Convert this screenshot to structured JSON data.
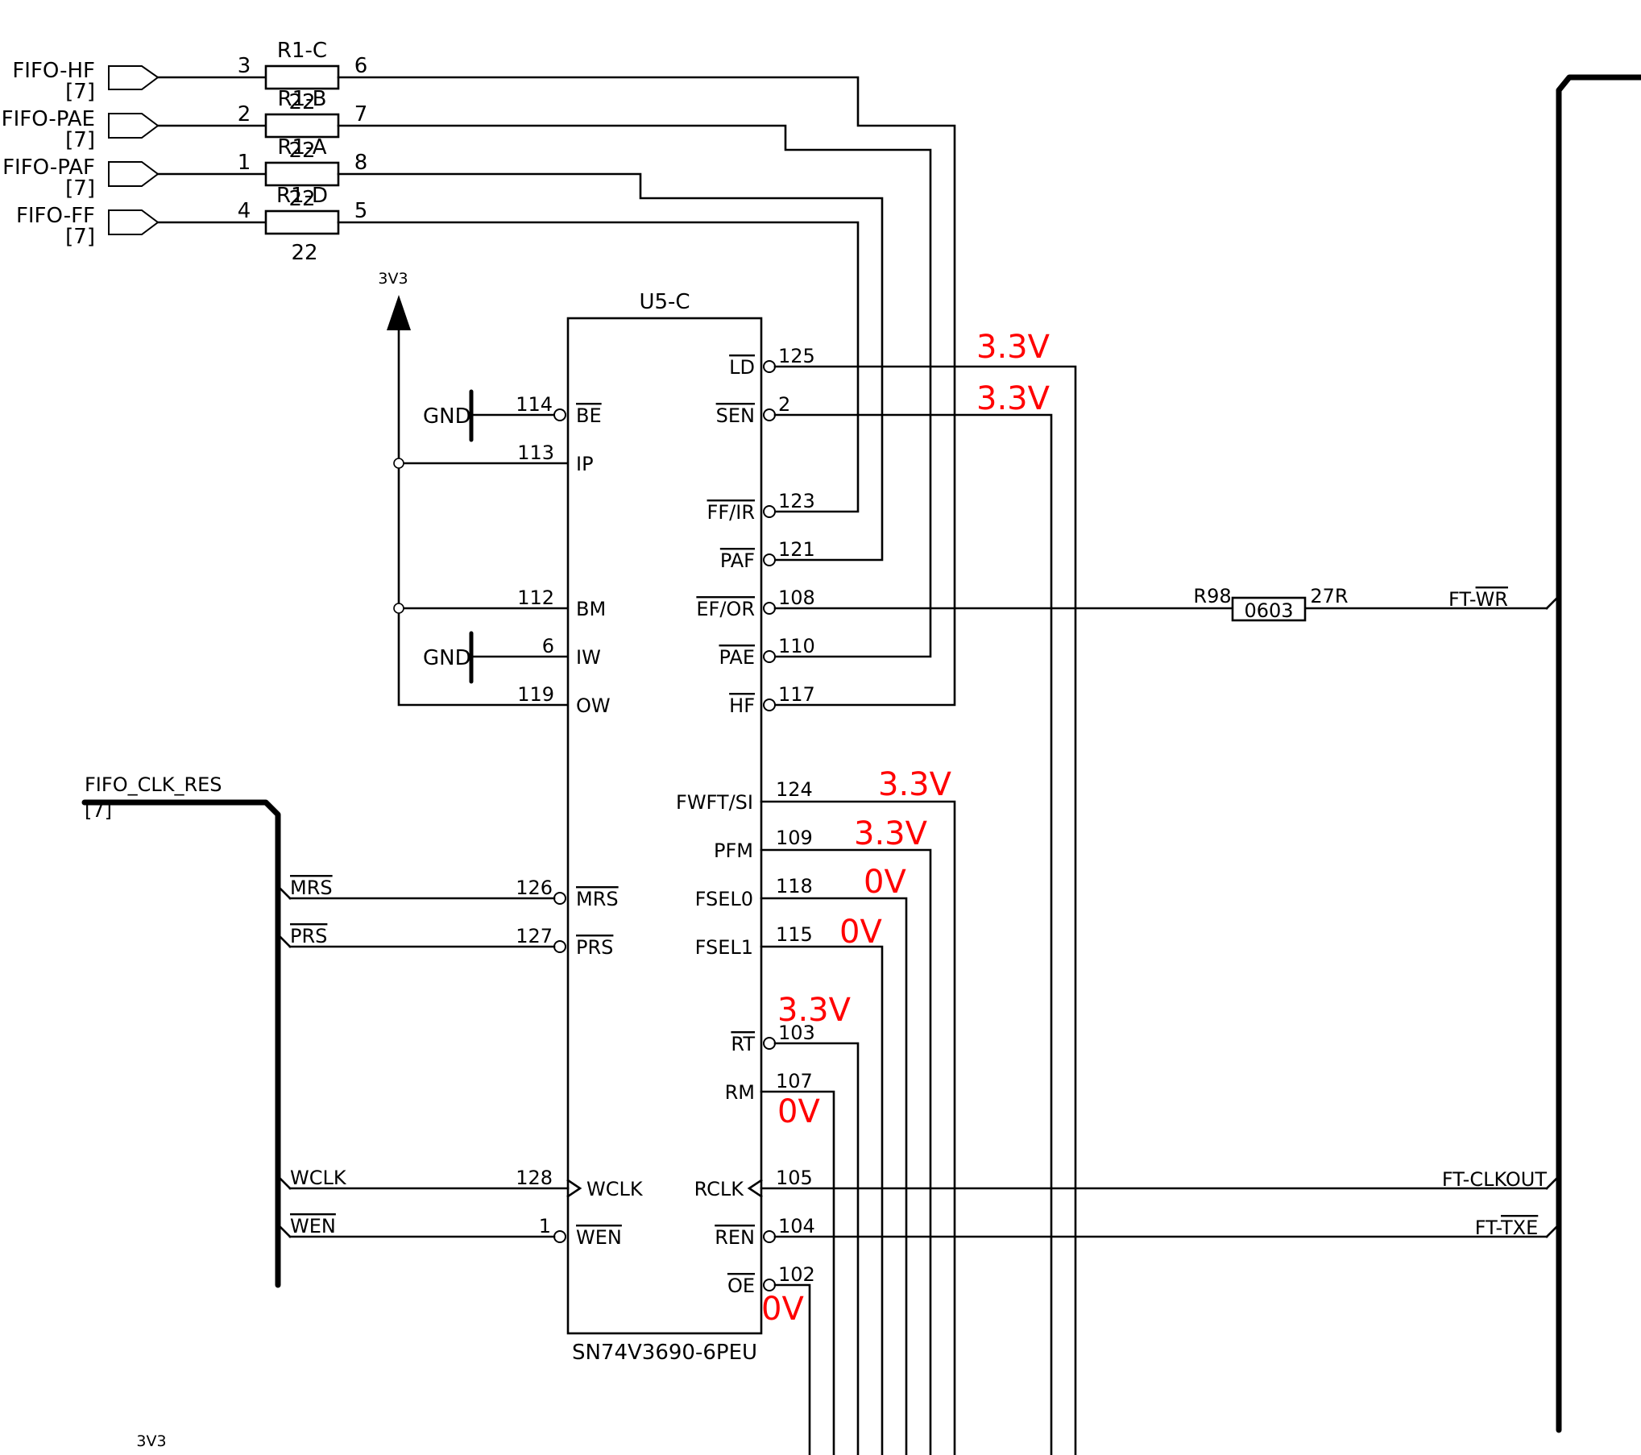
{
  "diagram": {
    "chip": {
      "ref": "U5-C",
      "part": "SN74V3690-6PEU"
    },
    "net_ports": [
      {
        "name": "FIFO-HF",
        "sheet": "[7]"
      },
      {
        "name": "FIFO-PAE",
        "sheet": "[7]"
      },
      {
        "name": "FIFO-PAF",
        "sheet": "[7]"
      },
      {
        "name": "FIFO-FF",
        "sheet": "[7]"
      }
    ],
    "resistor_pack": [
      {
        "ref": "R1-C",
        "value": "22",
        "pin_in": "3",
        "pin_out": "6"
      },
      {
        "ref": "R1-B",
        "value": "22",
        "pin_in": "2",
        "pin_out": "7"
      },
      {
        "ref": "R1-A",
        "value": "22",
        "pin_in": "1",
        "pin_out": "8"
      },
      {
        "ref": "R1-D",
        "value": "22",
        "pin_in": "4",
        "pin_out": "5"
      }
    ],
    "power": {
      "rail": "3V3",
      "ground": "GND"
    },
    "left_pins": [
      {
        "num": "114",
        "name": "BE"
      },
      {
        "num": "113",
        "name": "IP"
      },
      {
        "num": "112",
        "name": "BM"
      },
      {
        "num": "6",
        "name": "IW"
      },
      {
        "num": "119",
        "name": "OW"
      },
      {
        "num": "126",
        "name": "MRS"
      },
      {
        "num": "127",
        "name": "PRS"
      },
      {
        "num": "128",
        "name": "WCLK"
      },
      {
        "num": "1",
        "name": "WEN"
      }
    ],
    "right_pins": [
      {
        "num": "125",
        "name": "LD"
      },
      {
        "num": "2",
        "name": "SEN"
      },
      {
        "num": "123",
        "name": "FF/IR"
      },
      {
        "num": "121",
        "name": "PAF"
      },
      {
        "num": "108",
        "name": "EF/OR"
      },
      {
        "num": "110",
        "name": "PAE"
      },
      {
        "num": "117",
        "name": "HF"
      },
      {
        "num": "124",
        "name": "FWFT/SI"
      },
      {
        "num": "109",
        "name": "PFM"
      },
      {
        "num": "118",
        "name": "FSEL0"
      },
      {
        "num": "115",
        "name": "FSEL1"
      },
      {
        "num": "103",
        "name": "RT"
      },
      {
        "num": "107",
        "name": "RM"
      },
      {
        "num": "105",
        "name": "RCLK"
      },
      {
        "num": "104",
        "name": "REN"
      },
      {
        "num": "102",
        "name": "OE"
      }
    ],
    "bus": {
      "name": "FIFO_CLK_RES",
      "sheet": "[7]",
      "entries": [
        "MRS",
        "PRS",
        "WCLK",
        "WEN"
      ]
    },
    "r98": {
      "ref": "R98",
      "package": "0603",
      "value": "27R"
    },
    "right_bus_entries": [
      "FT-WR",
      "FT-CLKOUT",
      "FT-TXE"
    ],
    "voltage_annotations": {
      "LD": "3.3V",
      "SEN": "3.3V",
      "FWFT_SI": "3.3V",
      "PFM": "3.3V",
      "FSEL0": "0V",
      "FSEL1": "0V",
      "RT": "3.3V",
      "RM": "0V",
      "OE": "0V"
    },
    "bottom_label": "3V3",
    "annotation_color": "#ff0000"
  }
}
